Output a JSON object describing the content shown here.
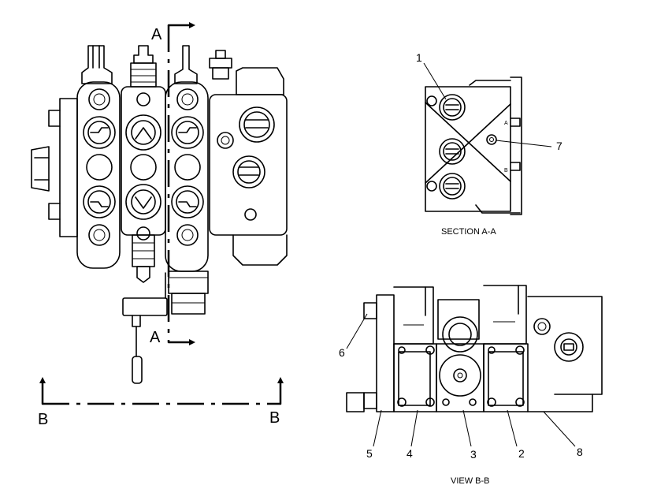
{
  "section_markers": {
    "top": "A",
    "bottom": "A",
    "left": "B",
    "right": "B"
  },
  "section_view": {
    "caption": "SECTION A-A",
    "callouts": [
      "1",
      "7"
    ],
    "small_marks": [
      "A",
      "B"
    ]
  },
  "view_b": {
    "caption": "VIEW B-B",
    "callouts": [
      "6",
      "5",
      "4",
      "3",
      "2",
      "8"
    ]
  }
}
